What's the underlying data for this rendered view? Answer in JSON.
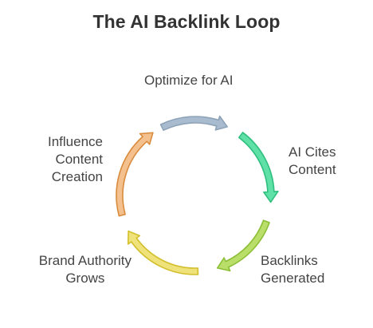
{
  "title": "The AI Backlink Loop",
  "steps": [
    {
      "lines": [
        "Optimize for AI"
      ],
      "color": "#a9bccf",
      "stroke": "#8ea3b8"
    },
    {
      "lines": [
        "AI Cites",
        "Content"
      ],
      "color": "#5fe0a6",
      "stroke": "#2fbf7f"
    },
    {
      "lines": [
        "Backlinks",
        "Generated"
      ],
      "color": "#b9df6a",
      "stroke": "#8cbf36"
    },
    {
      "lines": [
        "Brand Authority",
        "Grows"
      ],
      "color": "#f0e27a",
      "stroke": "#d2bf2c"
    },
    {
      "lines": [
        "Influence",
        "Content",
        "Creation"
      ],
      "color": "#f3c08e",
      "stroke": "#d98c3e"
    }
  ]
}
